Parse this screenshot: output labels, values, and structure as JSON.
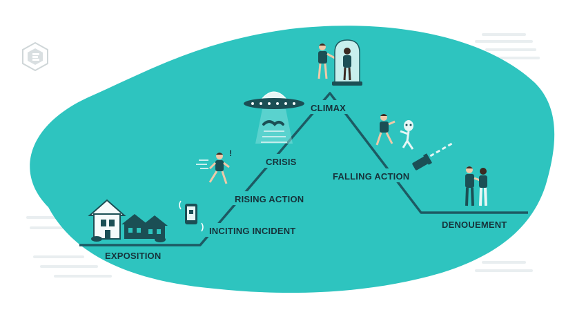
{
  "diagram": {
    "stages": {
      "exposition": "EXPOSITION",
      "inciting_incident": "INCITING INCIDENT",
      "rising_action": "RISING ACTION",
      "crisis": "CRISIS",
      "climax": "CLIMAX",
      "falling_action": "FALLING ACTION",
      "denouement": "DENOUEMENT"
    },
    "icons": [
      "logo-icon",
      "house-icon",
      "phone-icon",
      "running-person-icon",
      "ufo-icon",
      "glass-dome-icon",
      "alien-icon",
      "flashlight-icon",
      "embracing-couple-icon"
    ]
  },
  "colors": {
    "blob": "#2ec4bf",
    "line": "#1d5a63",
    "text": "#16323a",
    "dark_teal": "#1b4f55",
    "skin": "#f0c9a8",
    "hair": "#3b2a22"
  }
}
